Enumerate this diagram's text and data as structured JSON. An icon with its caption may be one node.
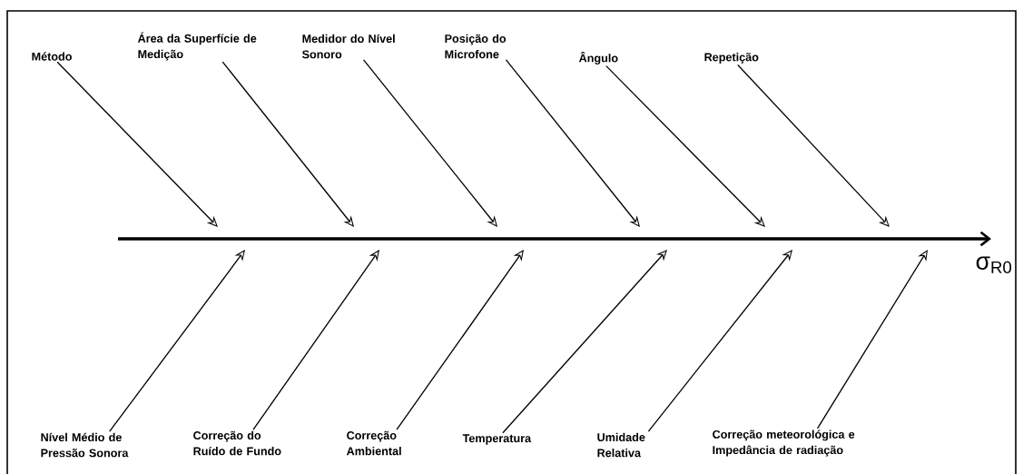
{
  "diagram": {
    "nodes": [
      {
        "text": [
          "Método"
        ]
      },
      {
        "text": [
          "Área da Superfície de Medição"
        ]
      },
      {
        "text": [
          "Medidor do Nível Sonoro"
        ]
      },
      {
        "text": [
          "Posição do Microfone"
        ]
      },
      {
        "text": [
          "Ângulo"
        ]
      },
      {
        "text": [
          "Repetição"
        ]
      },
      {
        "text": [
          "Nível Médio de Pressão Sonora"
        ]
      },
      {
        "text": [
          "Correção do Ruído de Fundo"
        ]
      },
      {
        "text": [
          "Correção Ambiental"
        ]
      },
      {
        "text": [
          "Temperatura"
        ]
      },
      {
        "text": [
          "Umidade Relativa"
        ]
      },
      {
        "text": [
          "Correção meteorológica e Impedância de radiação"
        ]
      },
      {
        "text": [
          "σ$_{R0}$"
        ]
      }
    ],
    "edges": [
      {
        "from": 0,
        "to": null,
        "arrow": "to"
      },
      {
        "from": 1,
        "to": null,
        "arrow": "to"
      },
      {
        "from": 2,
        "to": null,
        "arrow": "to"
      },
      {
        "from": 3,
        "to": null,
        "arrow": "to"
      },
      {
        "from": 4,
        "to": null,
        "arrow": "to"
      },
      {
        "from": 5,
        "to": null,
        "arrow": "to"
      },
      {
        "from": 6,
        "to": null,
        "arrow": "to"
      },
      {
        "from": 7,
        "to": null,
        "arrow": "to"
      },
      {
        "from": 8,
        "to": null,
        "arrow": "to"
      },
      {
        "from": 9,
        "to": null,
        "arrow": "to"
      },
      {
        "from": 10,
        "to": null,
        "arrow": "to"
      },
      {
        "from": 11,
        "to": null,
        "arrow": "to"
      },
      {
        "from": null,
        "to": 12,
        "arrow": "to",
        "style": "thick"
      }
    ]
  }
}
